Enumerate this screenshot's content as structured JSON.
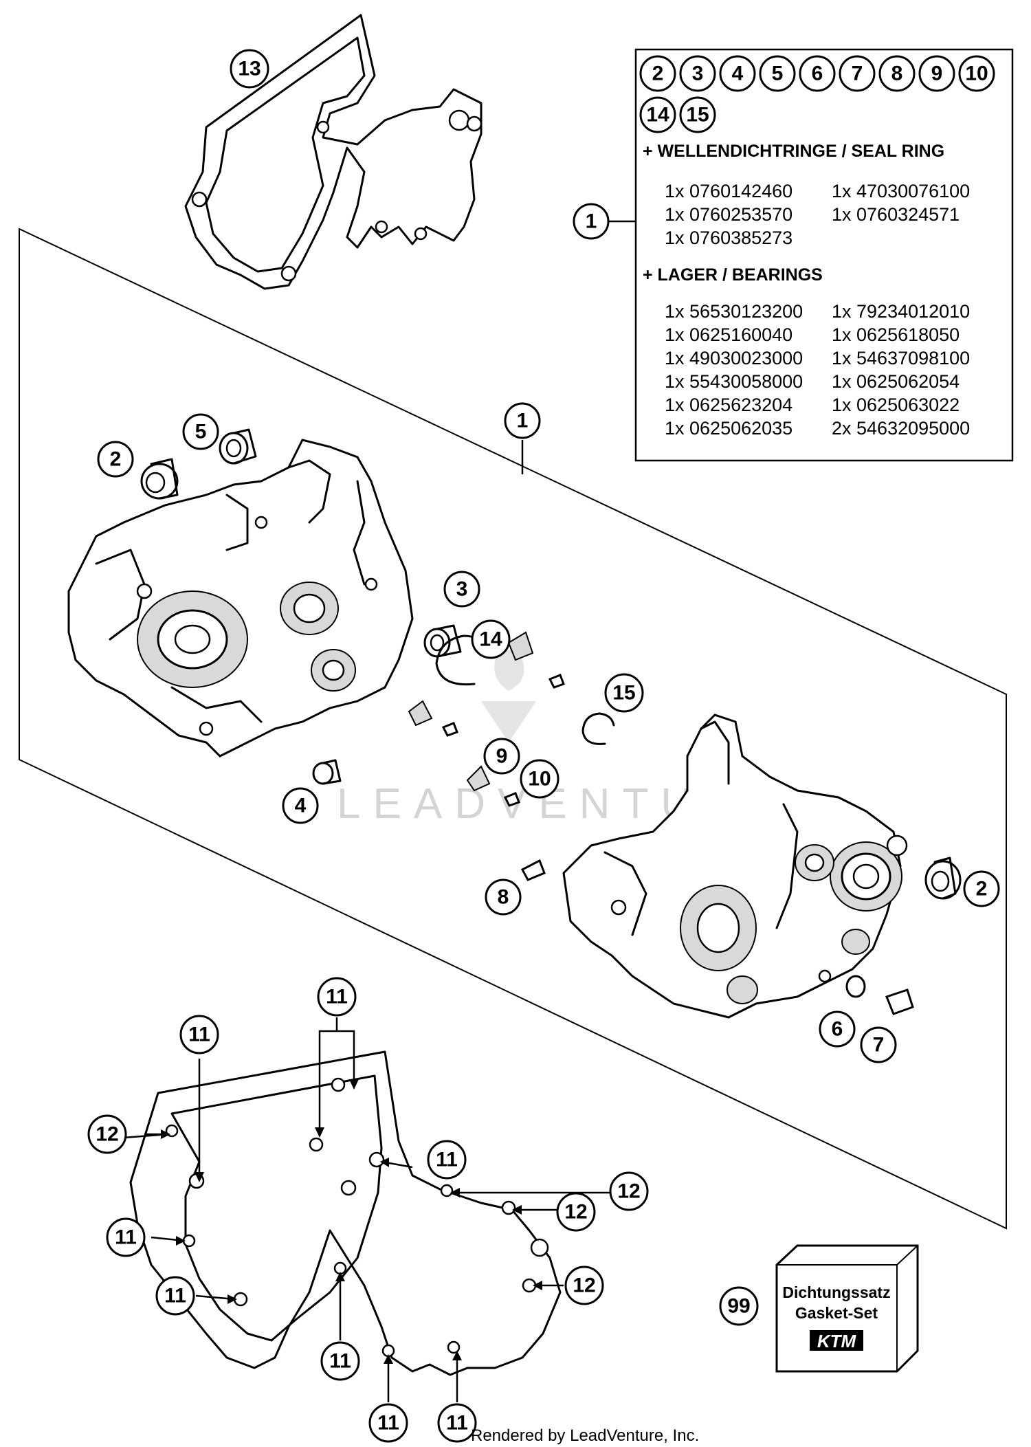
{
  "legend": {
    "items": [
      "2",
      "3",
      "4",
      "5",
      "6",
      "7",
      "8",
      "9",
      "10",
      "14",
      "15"
    ],
    "seal_header": "+ WELLENDICHTRINGE / SEAL RING",
    "seal_rows": [
      [
        "1x 0760142460",
        "1x 47030076100"
      ],
      [
        "1x 0760253570",
        "1x 0760324571"
      ],
      [
        "1x 0760385273",
        ""
      ]
    ],
    "bearing_header": "+ LAGER / BEARINGS",
    "bearing_rows": [
      [
        "1x 56530123200",
        "1x 79234012010"
      ],
      [
        "1x 0625160040",
        "1x 0625618050"
      ],
      [
        "1x 49030023000",
        "1x 54637098100"
      ],
      [
        "1x 55430058000",
        "1x 0625062054"
      ],
      [
        "1x 0625623204",
        "1x 0625063022"
      ],
      [
        "1x 0625062035",
        "2x 54632095000"
      ]
    ]
  },
  "callouts": {
    "c1_legend": "1",
    "c1_main": "1",
    "c2_left": "2",
    "c2_right": "2",
    "c3": "3",
    "c4": "4",
    "c5": "5",
    "c6": "6",
    "c7": "7",
    "c8": "8",
    "c9": "9",
    "c10": "10",
    "c13": "13",
    "c14": "14",
    "c15": "15",
    "c99": "99"
  },
  "gasket_callouts": {
    "c11_top": "11",
    "c11_left_top": "11",
    "c11_right_top": "11",
    "c11_left_mid": "11",
    "c11_left_low": "11",
    "c11_center_low": "11",
    "c11_bottom_left": "11",
    "c11_bottom_right": "11",
    "c12_left_top": "12",
    "c12_right_top": "12",
    "c12_right_mid": "12",
    "c12_right_low": "12"
  },
  "gasket_kit": {
    "line1": "Dichtungssatz",
    "line2": "Gasket-Set",
    "logo": "KTM"
  },
  "watermark": "LEADVENTURE",
  "footer": {
    "credit": "Rendered by LeadVenture, Inc."
  }
}
